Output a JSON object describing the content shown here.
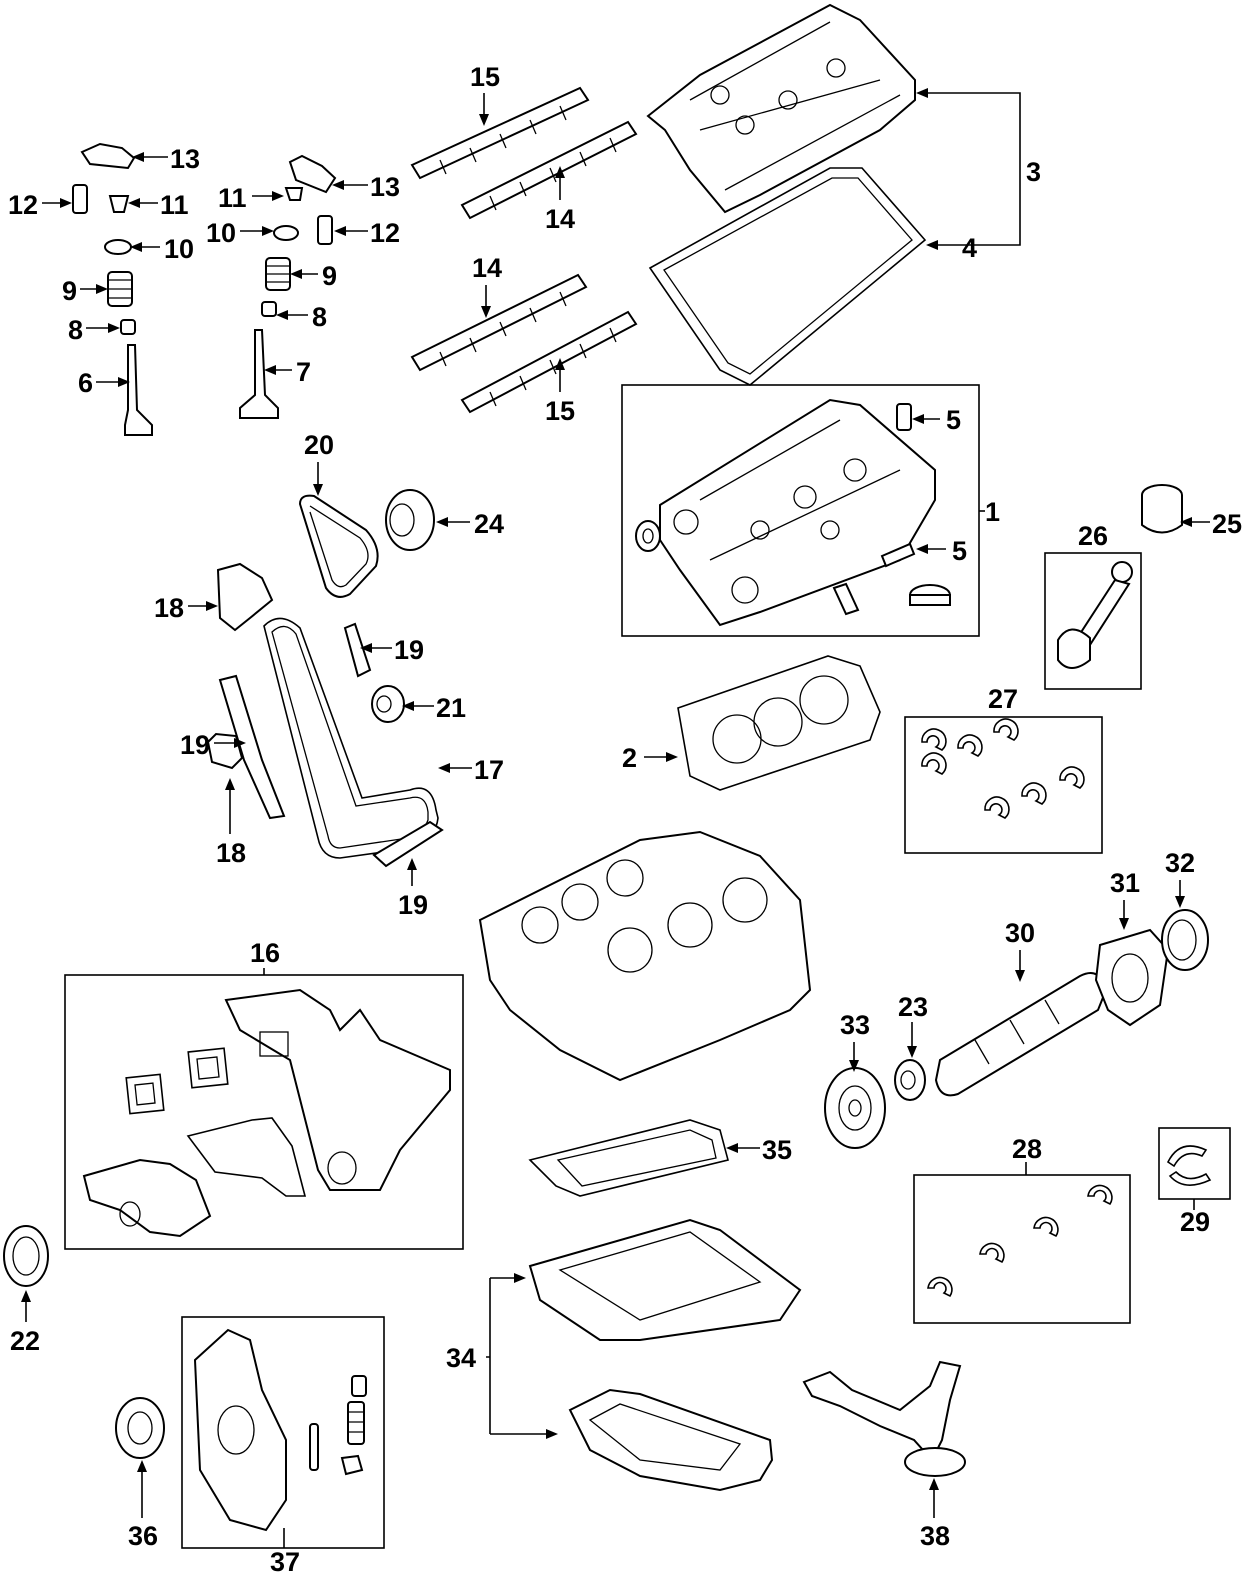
{
  "callouts": [
    {
      "id": "c1",
      "label": "1"
    },
    {
      "id": "c2",
      "label": "2"
    },
    {
      "id": "c3",
      "label": "3"
    },
    {
      "id": "c4",
      "label": "4"
    },
    {
      "id": "c5a",
      "label": "5"
    },
    {
      "id": "c5b",
      "label": "5"
    },
    {
      "id": "c6",
      "label": "6"
    },
    {
      "id": "c7",
      "label": "7"
    },
    {
      "id": "c8a",
      "label": "8"
    },
    {
      "id": "c8b",
      "label": "8"
    },
    {
      "id": "c9a",
      "label": "9"
    },
    {
      "id": "c9b",
      "label": "9"
    },
    {
      "id": "c10a",
      "label": "10"
    },
    {
      "id": "c10b",
      "label": "10"
    },
    {
      "id": "c11a",
      "label": "11"
    },
    {
      "id": "c11b",
      "label": "11"
    },
    {
      "id": "c12a",
      "label": "12"
    },
    {
      "id": "c12b",
      "label": "12"
    },
    {
      "id": "c13a",
      "label": "13"
    },
    {
      "id": "c13b",
      "label": "13"
    },
    {
      "id": "c14a",
      "label": "14"
    },
    {
      "id": "c14b",
      "label": "14"
    },
    {
      "id": "c15a",
      "label": "15"
    },
    {
      "id": "c15b",
      "label": "15"
    },
    {
      "id": "c16",
      "label": "16"
    },
    {
      "id": "c17",
      "label": "17"
    },
    {
      "id": "c18a",
      "label": "18"
    },
    {
      "id": "c18b",
      "label": "18"
    },
    {
      "id": "c19a",
      "label": "19"
    },
    {
      "id": "c19b",
      "label": "19"
    },
    {
      "id": "c19c",
      "label": "19"
    },
    {
      "id": "c20",
      "label": "20"
    },
    {
      "id": "c21",
      "label": "21"
    },
    {
      "id": "c22",
      "label": "22"
    },
    {
      "id": "c23",
      "label": "23"
    },
    {
      "id": "c24",
      "label": "24"
    },
    {
      "id": "c25",
      "label": "25"
    },
    {
      "id": "c26",
      "label": "26"
    },
    {
      "id": "c27",
      "label": "27"
    },
    {
      "id": "c28",
      "label": "28"
    },
    {
      "id": "c29",
      "label": "29"
    },
    {
      "id": "c30",
      "label": "30"
    },
    {
      "id": "c31",
      "label": "31"
    },
    {
      "id": "c32",
      "label": "32"
    },
    {
      "id": "c33",
      "label": "33"
    },
    {
      "id": "c34",
      "label": "34"
    },
    {
      "id": "c35",
      "label": "35"
    },
    {
      "id": "c36",
      "label": "36"
    },
    {
      "id": "c37",
      "label": "37"
    },
    {
      "id": "c38",
      "label": "38"
    }
  ]
}
